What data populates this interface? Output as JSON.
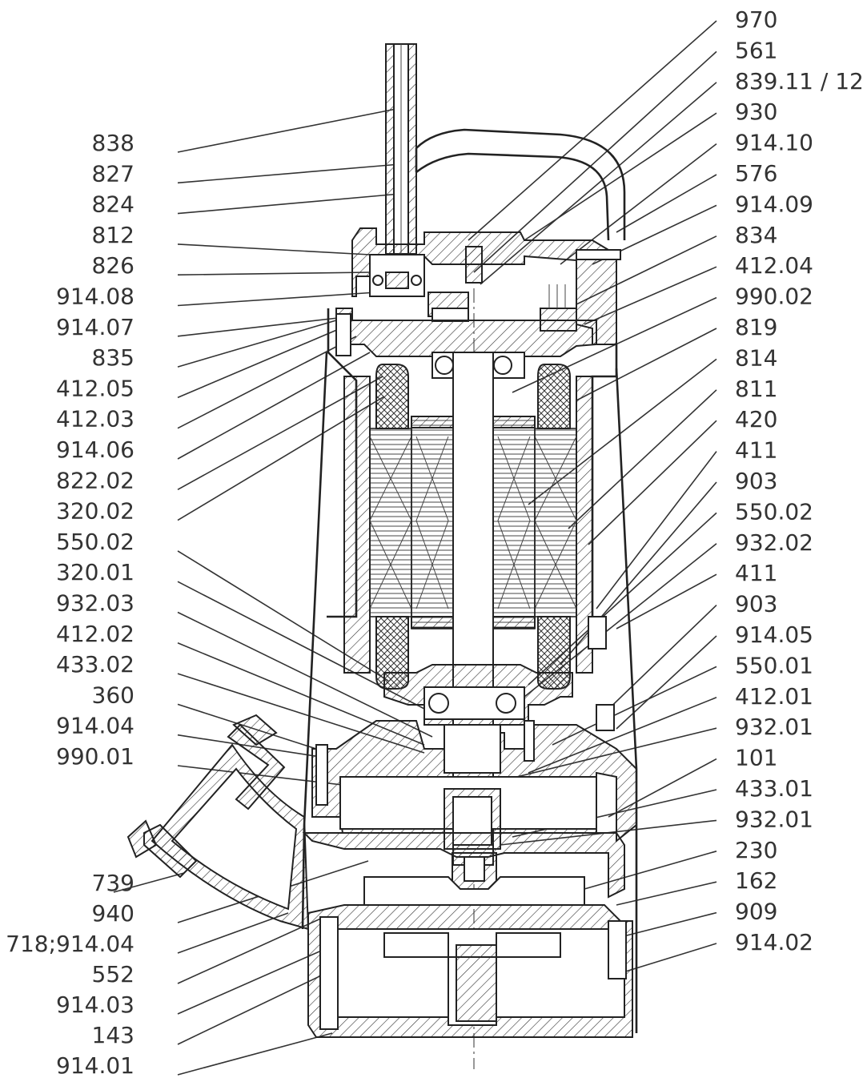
{
  "diagram": {
    "left_labels": [
      "838",
      "827",
      "824",
      "812",
      "826",
      "914.08",
      "914.07",
      "835",
      "412.05",
      "412.03",
      "914.06",
      "822.02",
      "320.02",
      "550.02",
      "320.01",
      "932.03",
      "412.02",
      "433.02",
      "360",
      "914.04",
      "990.01"
    ],
    "left_bottom_labels": [
      "739",
      "940",
      "718;914.04",
      "552",
      "914.03",
      "143",
      "914.01"
    ],
    "right_labels": [
      "970",
      "561",
      "839.11 / 12",
      "930",
      "914.10",
      "576",
      "914.09",
      "834",
      "412.04",
      "990.02",
      "819",
      "814",
      "811",
      "420",
      "411",
      "903",
      "550.02",
      "932.02",
      "411",
      "903",
      "914.05",
      "550.01",
      "412.01",
      "932.01",
      "101",
      "433.01",
      "932.01",
      "230",
      "162",
      "909",
      "914.02"
    ]
  }
}
